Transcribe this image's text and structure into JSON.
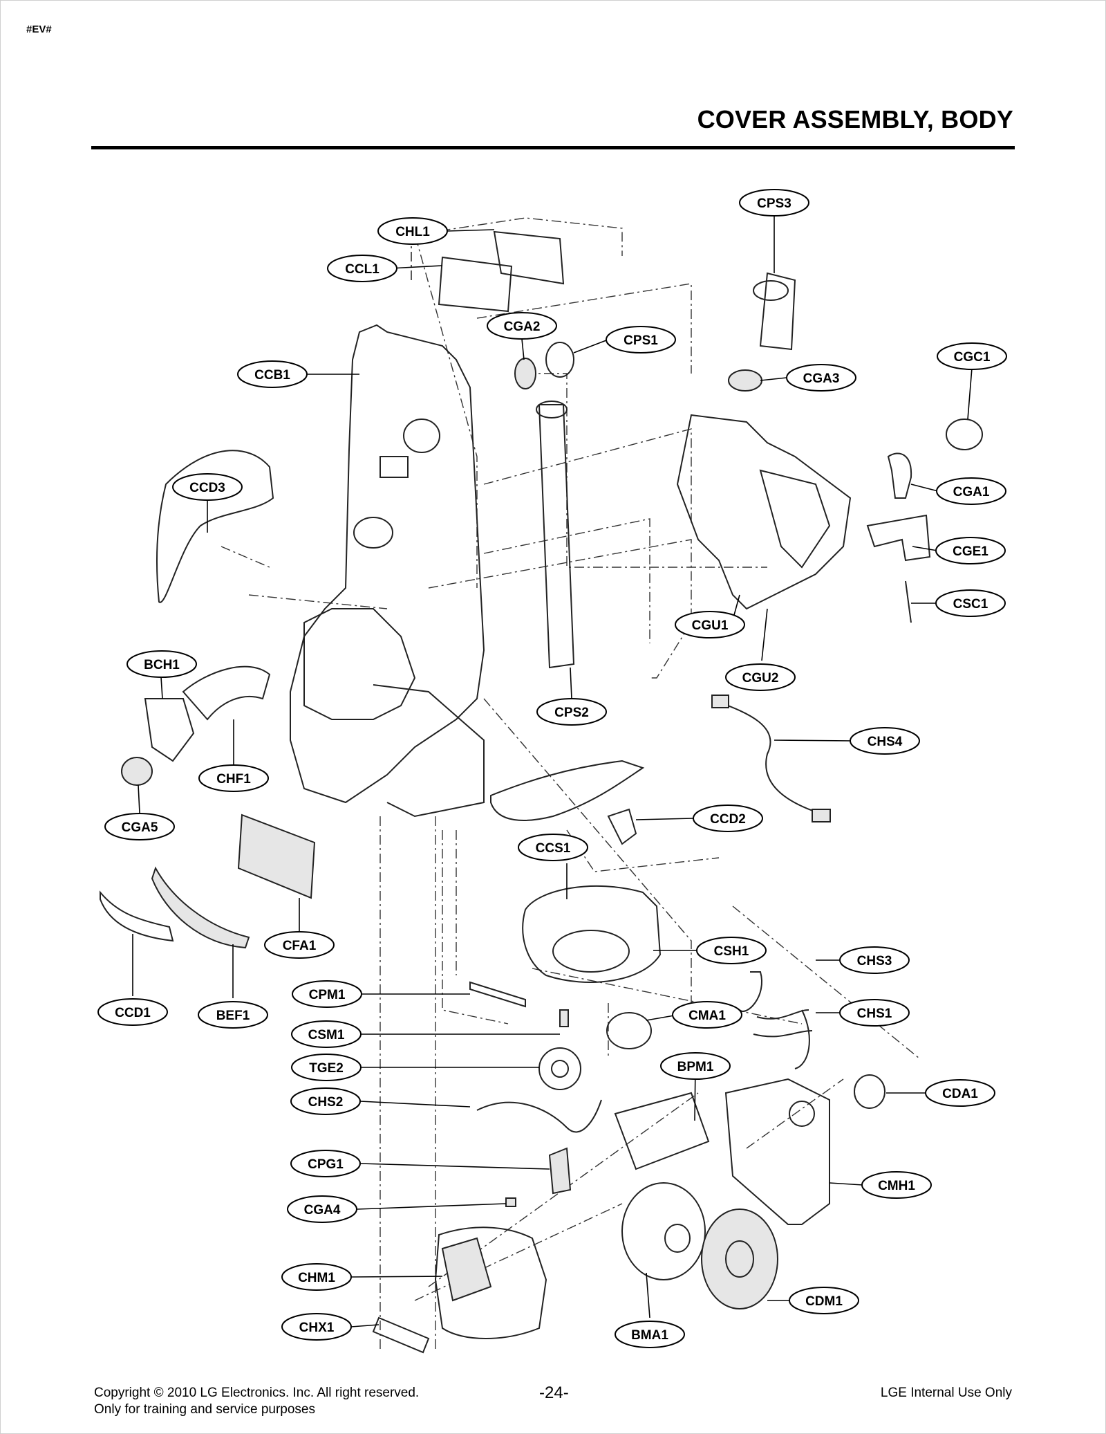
{
  "header": {
    "code": "#EV#"
  },
  "title": "COVER ASSEMBLY, BODY",
  "footer": {
    "copyright": "Copyright © 2010 LG Electronics. Inc. All right reserved.",
    "training": "Only for training and service purposes",
    "page": "-24-",
    "internal": "LGE Internal Use Only"
  },
  "labels": [
    "CHL1",
    "CCL1",
    "CPS3",
    "CGA2",
    "CPS1",
    "CCB1",
    "CGA3",
    "CGC1",
    "CCD3",
    "CGA1",
    "CGE1",
    "CSC1",
    "CGU1",
    "BCH1",
    "CGU2",
    "CPS2",
    "CHS4",
    "CHF1",
    "CCD2",
    "CGA5",
    "CCS1",
    "CFA1",
    "CSH1",
    "CHS3",
    "CPM1",
    "CCD1",
    "BEF1",
    "CMA1",
    "CHS1",
    "CSM1",
    "TGE2",
    "BPM1",
    "CDA1",
    "CHS2",
    "CPG1",
    "CMH1",
    "CGA4",
    "CHM1",
    "CDM1",
    "CHX1",
    "BMA1"
  ]
}
